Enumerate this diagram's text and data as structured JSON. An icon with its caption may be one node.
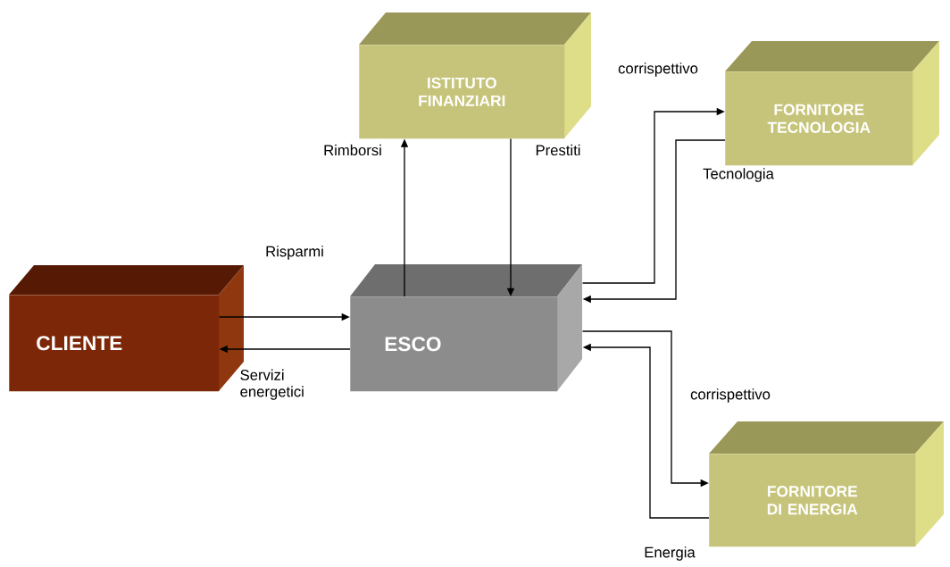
{
  "diagram": {
    "nodes": [
      {
        "text": [
          "ISTITUTO FINANZIARI"
        ]
      },
      {
        "text": [
          "FORNITORE TECNOLOGIA"
        ]
      },
      {
        "text": [
          "CLIENTE"
        ]
      },
      {
        "text": [
          "ESCO"
        ]
      },
      {
        "text": [
          "FORNITORE DI ENERGIA"
        ]
      }
    ],
    "edges": [
      {
        "from": 3,
        "to": 0,
        "arrow": "to",
        "label": "Rimborsi"
      },
      {
        "from": 0,
        "to": 3,
        "arrow": "to",
        "label": "Prestiti"
      },
      {
        "from": 2,
        "to": 3,
        "arrow": "to",
        "label": "Risparmi"
      },
      {
        "from": 3,
        "to": 2,
        "arrow": "to",
        "label": "Servizi energetici"
      },
      {
        "from": 3,
        "to": 1,
        "arrow": "to",
        "label": "corrispettivo"
      },
      {
        "from": 1,
        "to": 3,
        "arrow": "to",
        "label": "Tecnologia"
      },
      {
        "from": 3,
        "to": 4,
        "arrow": "to",
        "label": "corrispettivo"
      },
      {
        "from": 4,
        "to": 3,
        "arrow": "to",
        "label": "Energia"
      }
    ]
  }
}
